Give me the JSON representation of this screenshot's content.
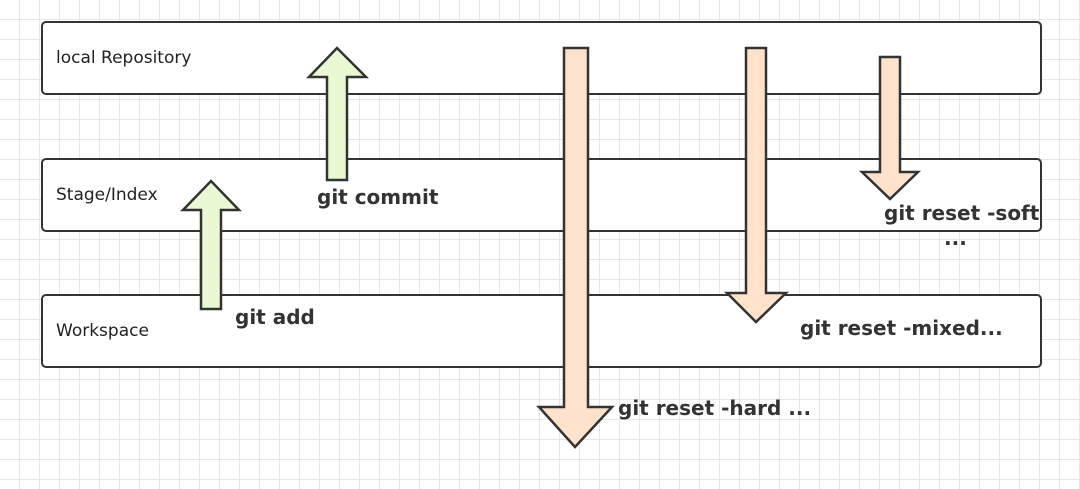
{
  "layers": {
    "repository": "local Repository",
    "index": "Stage/Index",
    "workspace": "Workspace"
  },
  "commands": {
    "commit": "git commit",
    "add": "git add",
    "reset_soft": "git reset -soft",
    "reset_soft_more": "...",
    "reset_mixed": "git reset -mixed...",
    "reset_hard": "git reset -hard ..."
  },
  "colors": {
    "forward_arrow_fill": "#e8f9d4",
    "reset_arrow_fill": "#ffe2cc",
    "outline": "#333333"
  }
}
